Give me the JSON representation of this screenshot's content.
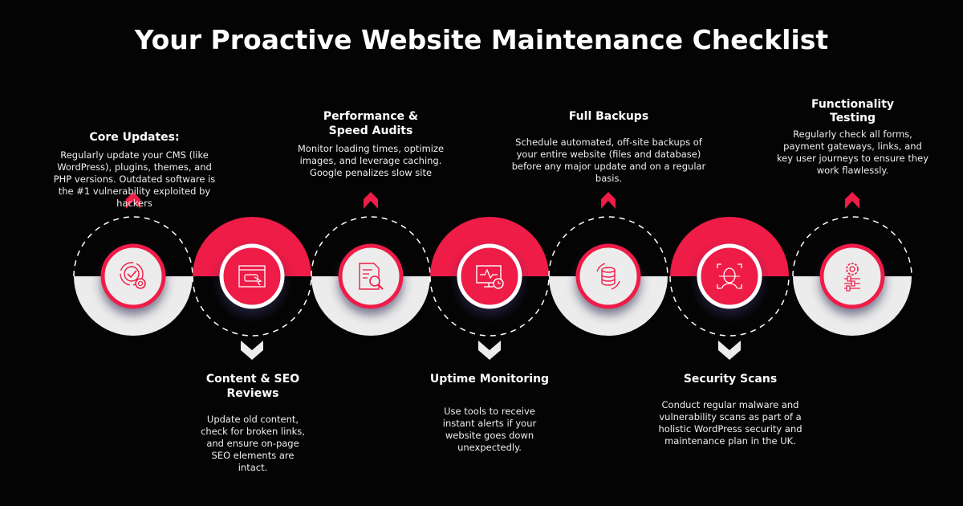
{
  "title": "Your Proactive Website Maintenance Checklist",
  "colors": {
    "accent": "#ee1c47",
    "light": "#ececec",
    "background": "#050405"
  },
  "steps": [
    {
      "title": "Core Updates:",
      "text": "Regularly update your CMS (like WordPress), plugins, themes, and PHP versions. Outdated software is the #1 vulnerability exploited by hackers",
      "icon": "update-check-gear-icon"
    },
    {
      "title": "Content & SEO Reviews",
      "text": "Update old content, check for broken links, and ensure on-page SEO elements are intact.",
      "icon": "browser-click-icon"
    },
    {
      "title": "Performance & Speed Audits",
      "text": "Monitor loading times, optimize images, and leverage caching. Google penalizes slow site",
      "icon": "document-search-icon"
    },
    {
      "title": "Uptime Monitoring",
      "text": "Use tools to receive instant alerts if your website goes down unexpectedly.",
      "icon": "monitor-clock-icon"
    },
    {
      "title": "Full Backups",
      "text": "Schedule automated, off-site backups of your entire website (files and database) before any major update and on a regular basis.",
      "icon": "database-sync-icon"
    },
    {
      "title": "Security Scans",
      "text": "Conduct regular malware and vulnerability scans as part of a holistic WordPress security and maintenance plan in the UK.",
      "icon": "face-scan-icon"
    },
    {
      "title": "Functionality Testing",
      "text": "Regularly check all forms, payment gateways, links, and key user journeys to ensure they work flawlessly.",
      "icon": "gear-sliders-icon"
    }
  ]
}
